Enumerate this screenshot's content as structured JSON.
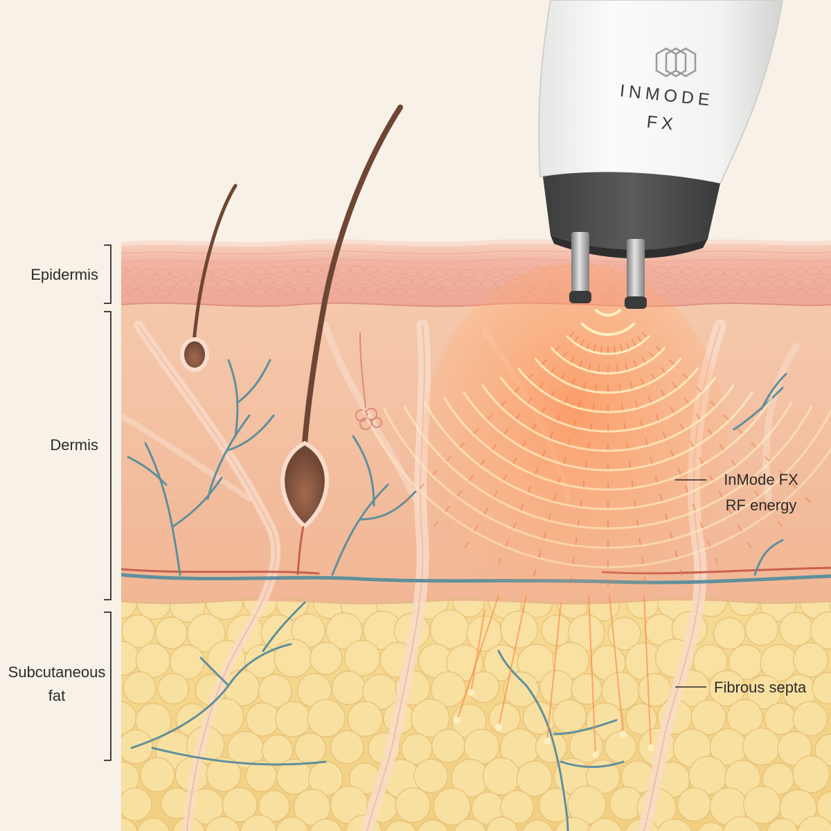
{
  "labels": {
    "epidermis": "Epidermis",
    "dermis": "Dermis",
    "subcutaneous_line1": "Subcutaneous",
    "subcutaneous_line2": "fat",
    "rf_line1": "InMode FX",
    "rf_line2": "RF energy",
    "septa": "Fibrous septa"
  },
  "device": {
    "brand_line1": "INMODE",
    "brand_line2": "FX",
    "logo_icon": "hexagon-rings-icon"
  },
  "colors": {
    "background": "#f7f1e7",
    "epidermis": "#f1b8a4",
    "dermis": "#f4bfa0",
    "fat": "#f4d78f",
    "fat_cell": "#f9e4a8",
    "vessel_blue": "#5f8f9c",
    "vessel_red": "#c9604d",
    "hair": "#6e4634",
    "rf_glow": "#ff9a5a",
    "rf_wave": "#fff1c4",
    "device_body": "#f4f4f2",
    "device_base": "#4a4a4a"
  }
}
